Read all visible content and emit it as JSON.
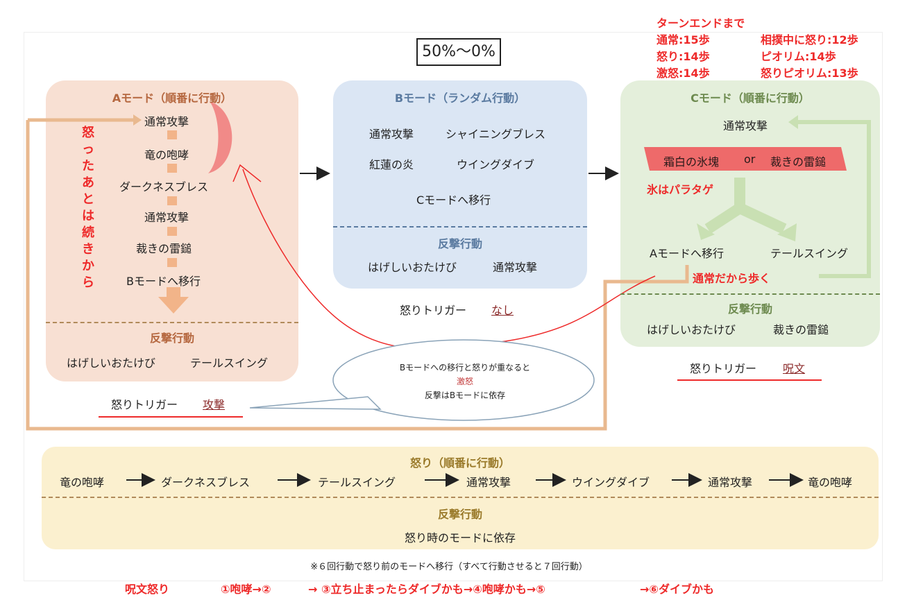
{
  "hp_range": "50%〜0%",
  "turn_end": {
    "title": "ターンエンドまで",
    "rows": [
      [
        "通常:15歩",
        "相撲中に怒り:12歩"
      ],
      [
        "怒り:14歩",
        "ピオリム:14歩"
      ],
      [
        "激怒:14歩",
        "怒りピオリム:13歩"
      ]
    ]
  },
  "mode_a": {
    "title": "Aモード（順番に行動）",
    "steps": [
      "通常攻撃",
      "竜の咆哮",
      "ダークネスブレス",
      "通常攻撃",
      "裁きの雷鎚",
      "Bモードへ移行"
    ],
    "counter_title": "反撃行動",
    "counter_actions": [
      "はげしいおたけび",
      "テールスイング"
    ],
    "trigger_label": "怒りトリガー",
    "trigger_value": "攻撃",
    "side_note": [
      "怒",
      "っ",
      "た",
      "あ",
      "と",
      "は",
      "続",
      "き",
      "か",
      "ら"
    ]
  },
  "mode_b": {
    "title": "Bモード（ランダム行動）",
    "actions": [
      "通常攻撃",
      "シャイニングブレス",
      "紅蓮の炎",
      "ウイングダイブ",
      "Cモードへ移行"
    ],
    "counter_title": "反撃行動",
    "counter_actions": [
      "はげしいおたけび",
      "通常攻撃"
    ],
    "trigger_label": "怒りトリガー",
    "trigger_value": "なし"
  },
  "mode_c": {
    "title": "Cモード（順番に行動）",
    "first": "通常攻撃",
    "choice": [
      "霜白の氷塊",
      "or",
      "裁きの雷鎚"
    ],
    "ice_note": "氷はパラタゲ",
    "branches": [
      "Aモードへ移行",
      "テールスイング"
    ],
    "walk_note": "通常だから歩く",
    "counter_title": "反撃行動",
    "counter_actions": [
      "はげしいおたけび",
      "裁きの雷鎚"
    ],
    "trigger_label": "怒りトリガー",
    "trigger_value": "呪文"
  },
  "bubble": {
    "line1": "Bモードへの移行と怒りが重なると",
    "line2": "激怒",
    "line3": "反撃はBモードに依存"
  },
  "rage": {
    "title": "怒り（順番に行動）",
    "sequence": [
      "竜の咆哮",
      "ダークネスブレス",
      "テールスイング",
      "通常攻撃",
      "ウイングダイブ",
      "通常攻撃",
      "竜の咆哮"
    ],
    "counter_title": "反撃行動",
    "counter_text": "怒り時のモードに依存"
  },
  "footnote": "※６回行動で怒り前のモードへ移行（すべて行動させると７回行動）",
  "spell_rage": {
    "label": "呪文怒り",
    "s1": "①咆哮→②",
    "s2": "→ ③立ち止まったらダイブかも→④咆哮かも→⑤",
    "s3": "→⑥ダイブかも"
  },
  "colors": {
    "mode_a_bg": "#f8e0d3",
    "mode_b_bg": "#dbe6f4",
    "mode_c_bg": "#e4efdb",
    "rage_bg": "#fbf0cf",
    "annotation_red": "#ee2a2a"
  }
}
